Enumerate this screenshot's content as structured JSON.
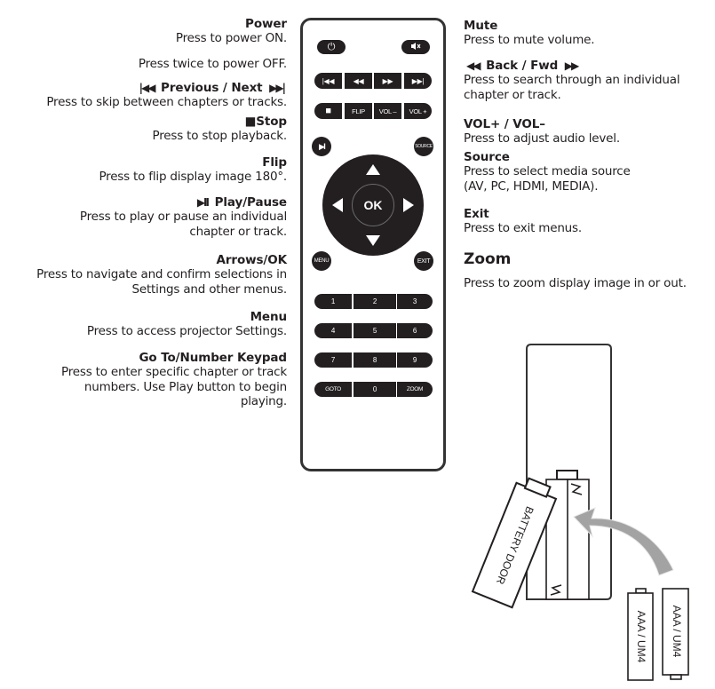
{
  "left_descriptions": [
    {
      "id": "power",
      "title": "Power",
      "lines": [
        "Press to power ON."
      ],
      "extra": "Press twice to power OFF."
    },
    {
      "id": "prev-next",
      "title": "Previous / Next",
      "title_prefix": "|◀◀",
      "title_suffix": "▶▶|",
      "lines": [
        "Press to skip between chapters or tracks."
      ]
    },
    {
      "id": "stop",
      "title": "Stop",
      "title_prefix": "■",
      "lines": [
        "Press to stop playback."
      ]
    },
    {
      "id": "flip",
      "title": "Flip",
      "lines": [
        "Press to flip display image 180°."
      ]
    },
    {
      "id": "play-pause",
      "title": "Play/Pause",
      "title_prefix": "▶II",
      "lines": [
        "Press to play or pause an individual",
        "chapter or track."
      ]
    },
    {
      "id": "arrows-ok",
      "title": "Arrows/OK",
      "lines": [
        "Press to navigate and confirm selections in",
        "Settings and other menus."
      ]
    },
    {
      "id": "menu",
      "title": "Menu",
      "lines": [
        "Press to access projector Settings."
      ]
    },
    {
      "id": "goto-keypad",
      "title": "Go To/Number Keypad",
      "lines": [
        "Press to enter specific chapter or track",
        "numbers. Use Play button to begin",
        "playing."
      ]
    }
  ],
  "right_descriptions": [
    {
      "id": "mute",
      "title": "Mute",
      "lines": [
        "Press to mute volume."
      ]
    },
    {
      "id": "back-fwd",
      "title": "Back / Fwd",
      "title_prefix": "◀◀",
      "title_suffix": "▶▶",
      "lines": [
        "Press to search through an individual",
        "chapter or track."
      ]
    },
    {
      "id": "vol",
      "title": "VOL+ / VOL–",
      "lines": [
        "Press to adjust audio level."
      ]
    },
    {
      "id": "source",
      "title": "Source",
      "lines": [
        "Press to select media source",
        "(AV, PC, HDMI, MEDIA)."
      ]
    },
    {
      "id": "exit",
      "title": "Exit",
      "lines": [
        "Press to exit menus."
      ]
    },
    {
      "id": "zoom",
      "title": "Zoom",
      "lines": [
        "Press to zoom display image in or out."
      ]
    }
  ],
  "remote": {
    "power_icon": "⏻",
    "mute_icon": "🔇",
    "transport": [
      "|◀◀",
      "◀◀",
      "▶▶",
      "▶▶|"
    ],
    "row2": [
      "■",
      "FLIP",
      "VOL –",
      "VOL +"
    ],
    "play_pause_icon": "▶II",
    "source_label": "SOURCE",
    "ok_label": "OK",
    "menu_label": "MENU",
    "exit_label": "EXIT",
    "keypad": [
      [
        "1",
        "2",
        "3"
      ],
      [
        "4",
        "5",
        "6"
      ],
      [
        "7",
        "8",
        "9"
      ],
      [
        "GOTO",
        "0",
        "ZOOM"
      ]
    ]
  },
  "battery_diagram": {
    "door_label": "BATTERY DOOR",
    "battery_labels": [
      "AAA / UM4",
      "AAA / UM4"
    ],
    "arrow_color": "#a3a3a3"
  }
}
